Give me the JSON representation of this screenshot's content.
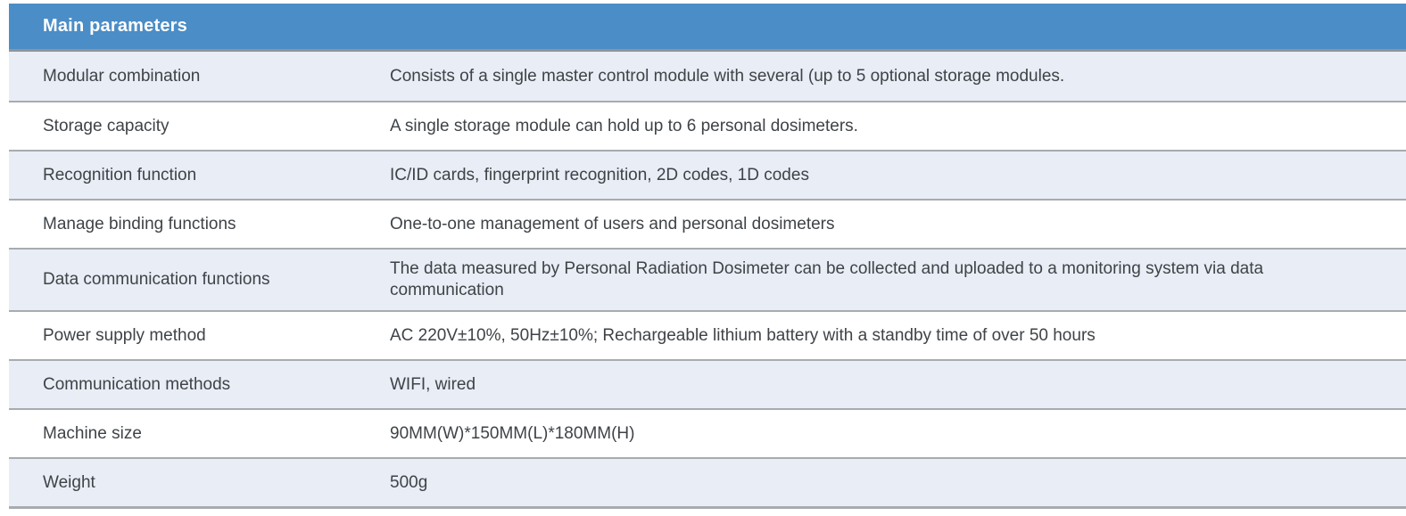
{
  "table": {
    "header": "Main parameters",
    "rows": [
      {
        "label": "Modular combination",
        "value": "Consists of a single master control module with several (up to 5 optional storage modules."
      },
      {
        "label": "Storage capacity",
        "value": "A single storage module can hold up to 6 personal dosimeters."
      },
      {
        "label": "Recognition function",
        "value": "IC/ID cards, fingerprint recognition, 2D codes, 1D codes"
      },
      {
        "label": "Manage binding functions",
        "value": "One-to-one management of users and personal dosimeters"
      },
      {
        "label": "Data communication functions",
        "value": "The data measured by Personal Radiation Dosimeter can be collected and uploaded to a monitoring system via data communication"
      },
      {
        "label": "Power supply method",
        "value": "AC 220V±10%, 50Hz±10%; Rechargeable lithium battery with a standby time of over 50 hours"
      },
      {
        "label": "Communication methods",
        "value": "WIFI, wired"
      },
      {
        "label": "Machine size",
        "value": "90MM(W)*150MM(L)*180MM(H)"
      },
      {
        "label": "Weight",
        "value": "500g"
      }
    ],
    "colors": {
      "header_bg": "#4b8dc6",
      "header_text": "#ffffff",
      "row_alt_bg": "#e8edf6",
      "row_bg": "#ffffff",
      "divider": "#a8abaf",
      "text": "#3f4347"
    }
  }
}
